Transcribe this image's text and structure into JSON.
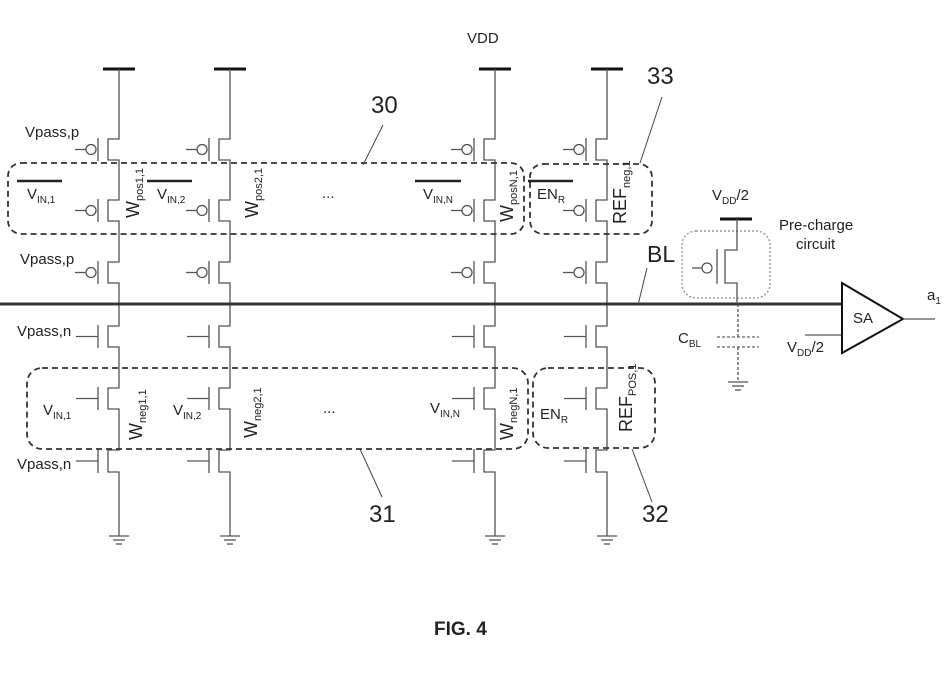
{
  "figure": {
    "caption": "FIG. 4"
  },
  "supply": {
    "vdd_label": "VDD"
  },
  "rows": {
    "vpass_p_top": "Vpass,p",
    "vpass_p_mid": "Vpass,p",
    "vpass_n_mid": "Vpass,n",
    "vpass_n_bottom": "Vpass,n"
  },
  "ellipsis": "...",
  "pos_array": {
    "ref": "30",
    "inputs": [
      {
        "main": "V",
        "sub": "IN,1",
        "complemented": true
      },
      {
        "main": "V",
        "sub": "IN,2",
        "complemented": true
      },
      {
        "main": "V",
        "sub": "IN,N",
        "complemented": true
      }
    ],
    "weights": [
      {
        "main": "W",
        "sub": "pos1,1"
      },
      {
        "main": "W",
        "sub": "pos2,1"
      },
      {
        "main": "W",
        "sub": "posN,1"
      }
    ]
  },
  "pos_ref": {
    "ref": "33",
    "enable": {
      "main": "EN",
      "sub": "R",
      "complemented": true
    },
    "weight": {
      "main": "REF",
      "sub": "neg,1"
    }
  },
  "neg_array": {
    "ref": "31",
    "inputs": [
      {
        "main": "V",
        "sub": "IN,1"
      },
      {
        "main": "V",
        "sub": "IN,2"
      },
      {
        "main": "V",
        "sub": "IN,N"
      }
    ],
    "weights": [
      {
        "main": "W",
        "sub": "neg1,1"
      },
      {
        "main": "W",
        "sub": "neg2,1"
      },
      {
        "main": "W",
        "sub": "negN,1"
      }
    ]
  },
  "neg_ref": {
    "ref": "32",
    "enable": {
      "main": "EN",
      "sub": "R"
    },
    "weight": {
      "main": "REF",
      "sub": "POS,1"
    }
  },
  "bitline": {
    "label": "BL",
    "capacitance": {
      "main": "C",
      "sub": "BL"
    }
  },
  "precharge": {
    "supply": {
      "main": "V",
      "sub": "DD",
      "suffix": "/2"
    },
    "label_line1": "Pre-charge",
    "label_line2": "circuit"
  },
  "sense_amp": {
    "label": "SA",
    "ref_input": {
      "main": "V",
      "sub": "DD",
      "suffix": "/2"
    },
    "output": {
      "main": "a",
      "sub": "1"
    }
  }
}
